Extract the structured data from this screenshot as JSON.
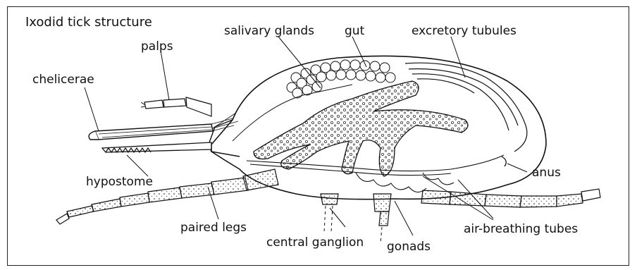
{
  "diagram": {
    "title": "Ixodid tick structure",
    "labels": {
      "palps": "palps",
      "chelicerae": "chelicerae",
      "hypostome": "hypostome",
      "salivary_glands": "salivary glands",
      "gut": "gut",
      "excretory_tubules": "excretory tubules",
      "anus": "anus",
      "paired_legs": "paired legs",
      "central_ganglion": "central ganglion",
      "gonads": "gonads",
      "air_breathing_tubes": "air-breathing tubes"
    }
  },
  "colors": {
    "ink": "#111111",
    "stipple": "#555555",
    "frame": "#222222"
  }
}
